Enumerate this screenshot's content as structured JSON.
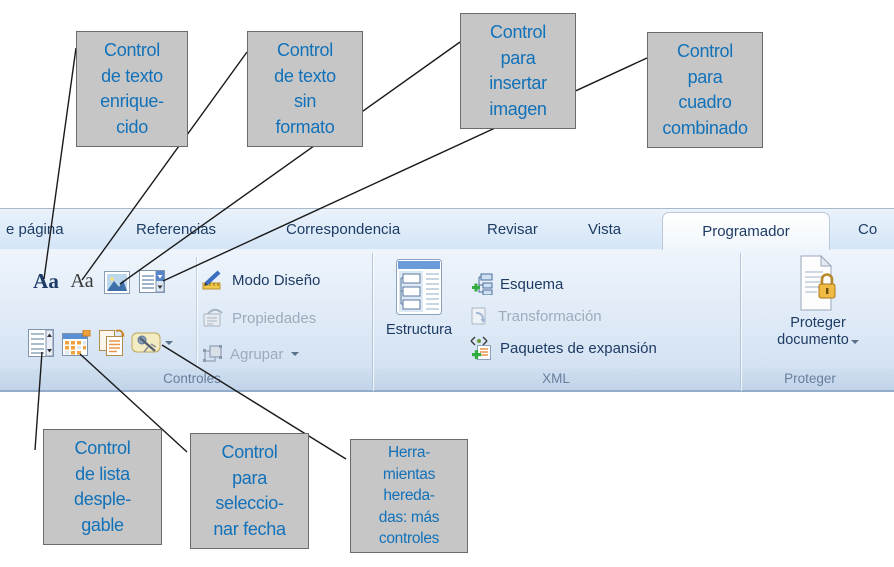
{
  "callouts": {
    "top": [
      {
        "lines": [
          "Control",
          "de texto",
          "enrique-",
          "cido"
        ]
      },
      {
        "lines": [
          "Control",
          "de texto",
          "sin",
          "formato"
        ]
      },
      {
        "lines": [
          "Control",
          "para",
          "insertar",
          "imagen"
        ]
      },
      {
        "lines": [
          "Control",
          "para",
          "cuadro",
          "combinado"
        ]
      }
    ],
    "bottom": [
      {
        "lines": [
          "Control",
          "de lista",
          "desple-",
          "gable"
        ]
      },
      {
        "lines": [
          "Control",
          "para",
          "seleccio-",
          "nar fecha"
        ]
      },
      {
        "lines": [
          "Herra-",
          "mientas",
          "hereda-",
          "das: más",
          "controles"
        ]
      }
    ]
  },
  "ribbon": {
    "tabs": {
      "partial_left": "e página",
      "items": [
        "Referencias",
        "Correspondencia",
        "Revisar",
        "Vista"
      ],
      "active": "Programador",
      "partial_right": "Co"
    },
    "groups": {
      "controles": {
        "label": "Controles",
        "buttons": {
          "rich_text": "Aa",
          "plain_text": "Aa",
          "modo_diseno": "Modo Diseño",
          "propiedades": "Propiedades",
          "agrupar": "Agrupar"
        },
        "icons": [
          "rich-text-icon",
          "plain-text-icon",
          "picture-content-icon",
          "combo-box-icon",
          "dropdown-list-icon",
          "date-picker-icon",
          "building-blocks-icon",
          "legacy-tools-icon"
        ]
      },
      "xml": {
        "label": "XML",
        "buttons": {
          "estructura": "Estructura",
          "esquema": "Esquema",
          "transformacion": "Transformación",
          "paquetes": "Paquetes de expansión"
        }
      },
      "proteger": {
        "label": "Proteger",
        "button_line1": "Proteger",
        "button_line2": "documento"
      }
    }
  },
  "colors": {
    "callout_bg": "#c6c6c6",
    "callout_border": "#6b6b6b",
    "callout_text": "#1171b9",
    "ribbon_text": "#1e3c64",
    "disabled_text": "#9fabbd",
    "group_label_text": "#667e9d",
    "tab_row_bg": "#d9e8f8",
    "connector_line": "#1a1a1a"
  }
}
